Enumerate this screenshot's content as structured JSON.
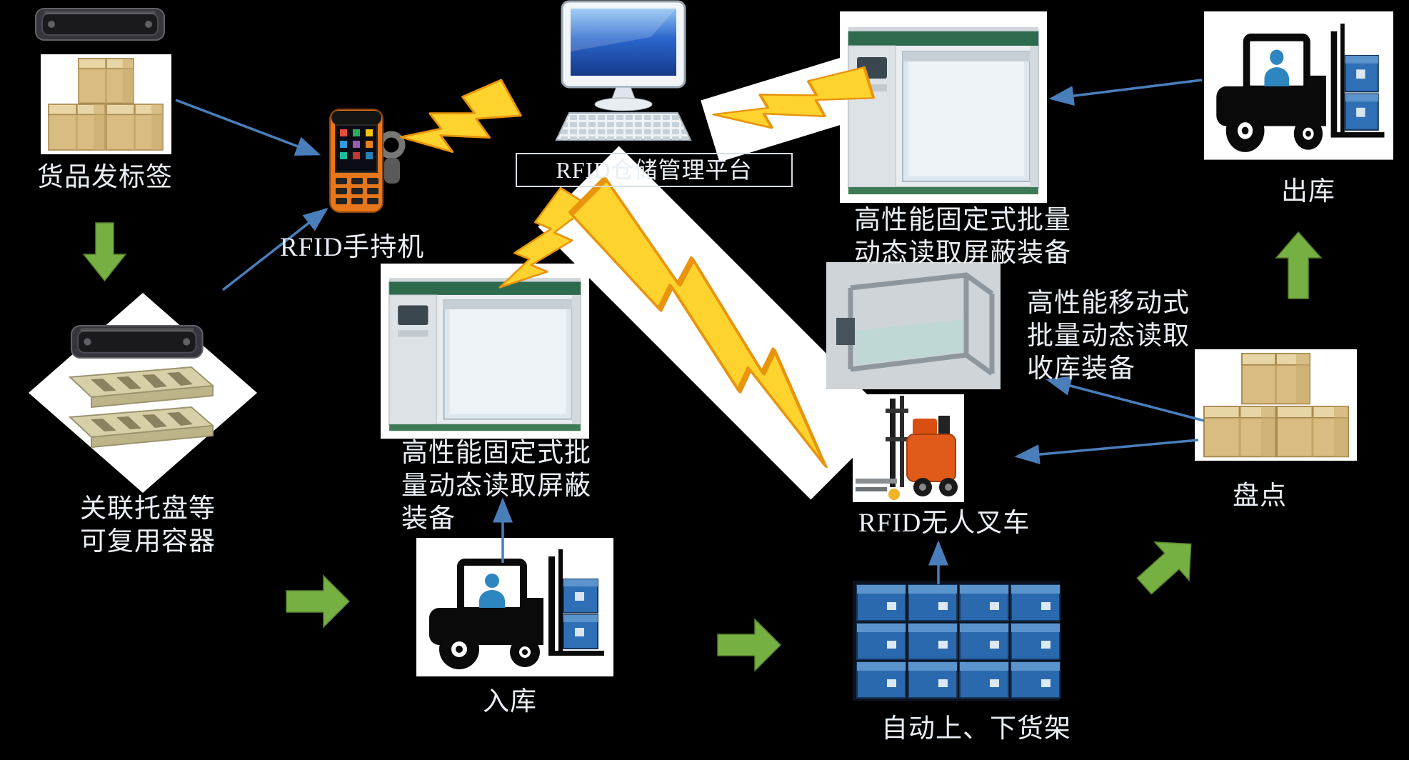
{
  "colors": {
    "background": "#000000",
    "text": "#e9eef5",
    "arrow_blue": "#4a7ebb",
    "arrow_green": "#76b043",
    "bolt_yellow": "#ffd32e",
    "bolt_orange": "#e8940c"
  },
  "diagram": {
    "platform_title": "RFID仓储管理平台",
    "labels": {
      "goods_tagging": "货品发标签",
      "handheld_reader": "RFID手持机",
      "fixed_reader_top": "高性能固定式批量\n动态读取屏蔽装备",
      "outbound": "出库",
      "reusable_container": "关联托盘等\n可复用容器",
      "fixed_reader_center": "高性能固定式批\n量动态读取屏蔽\n装备",
      "mobile_reader": "高性能移动式\n批量动态读取\n收库装备",
      "rfid_forklift": "RFID无人叉车",
      "stocktaking": "盘点",
      "inbound": "入库",
      "auto_shelving": "自动上、下货架"
    }
  }
}
